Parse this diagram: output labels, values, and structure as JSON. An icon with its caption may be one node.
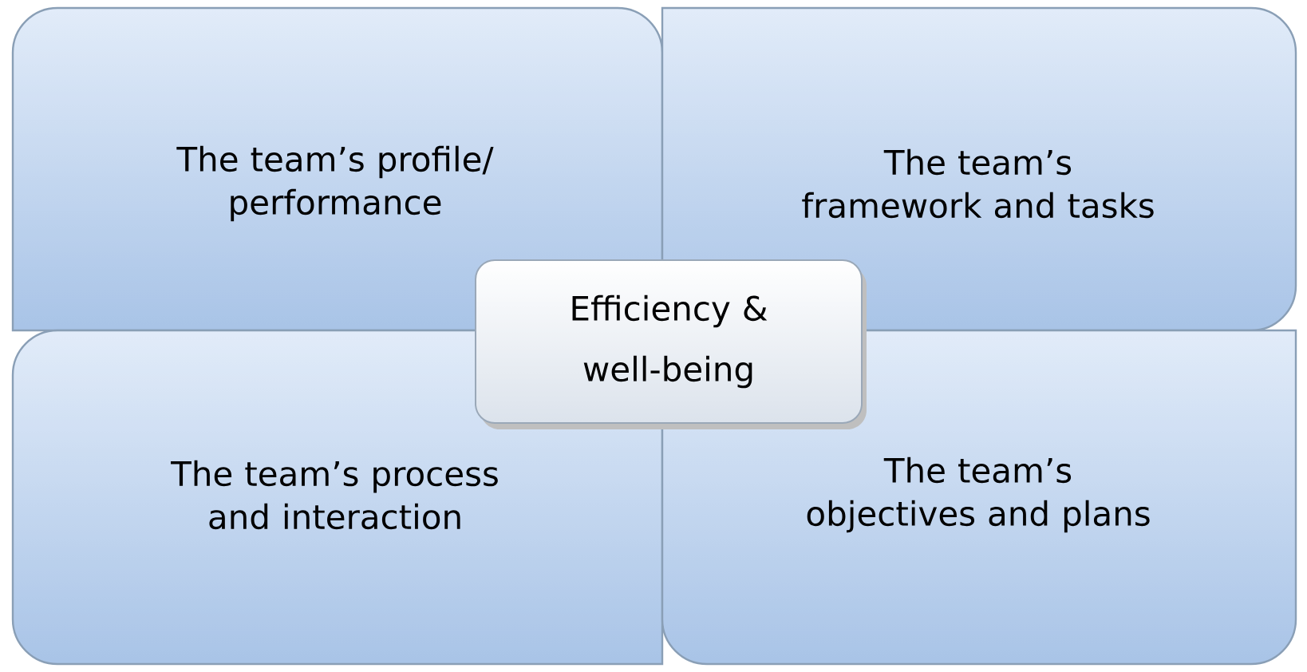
{
  "diagram": {
    "nodes": [
      {
        "text": [
          "The team’s profile/ performance"
        ]
      },
      {
        "text": [
          "The team’s framework and tasks"
        ]
      },
      {
        "text": [
          "The team’s process and interaction"
        ]
      },
      {
        "text": [
          "The team’s objectives and plans"
        ]
      },
      {
        "text": [
          "Efficiency & well-being"
        ]
      }
    ]
  }
}
